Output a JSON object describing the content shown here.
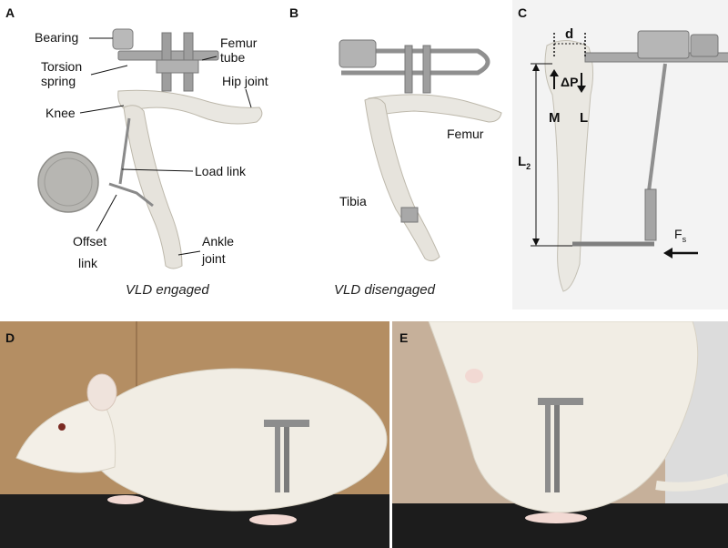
{
  "panels": {
    "a": {
      "letter": "A",
      "labels": {
        "bearing": "Bearing",
        "torsion_spring_1": "Torsion",
        "torsion_spring_2": "spring",
        "femur_tube_1": "Femur",
        "femur_tube_2": "tube",
        "hip_joint": "Hip joint",
        "knee": "Knee",
        "load_link": "Load link",
        "offset_link_1": "Offset",
        "offset_link_2": "link",
        "ankle_joint_1": "Ankle",
        "ankle_joint_2": "joint"
      },
      "caption": "VLD engaged"
    },
    "b": {
      "letter": "B",
      "labels": {
        "femur": "Femur",
        "tibia": "Tibia"
      },
      "caption": "VLD disengaged"
    },
    "c": {
      "letter": "C",
      "labels": {
        "d": "d",
        "delta_p": "ΔP",
        "m": "M",
        "l": "L",
        "l2": "L",
        "l2_sub": "2",
        "fs": "F",
        "fs_sub": "s"
      }
    },
    "d": {
      "letter": "D"
    },
    "e": {
      "letter": "E"
    }
  },
  "colors": {
    "bone": "#e9e7e1",
    "bone_shade": "#cfcbc0",
    "metal": "#9a9a9a",
    "fur": "#f1ede4",
    "cardboard": "#b48e63",
    "mat": "#1e1e1e"
  }
}
